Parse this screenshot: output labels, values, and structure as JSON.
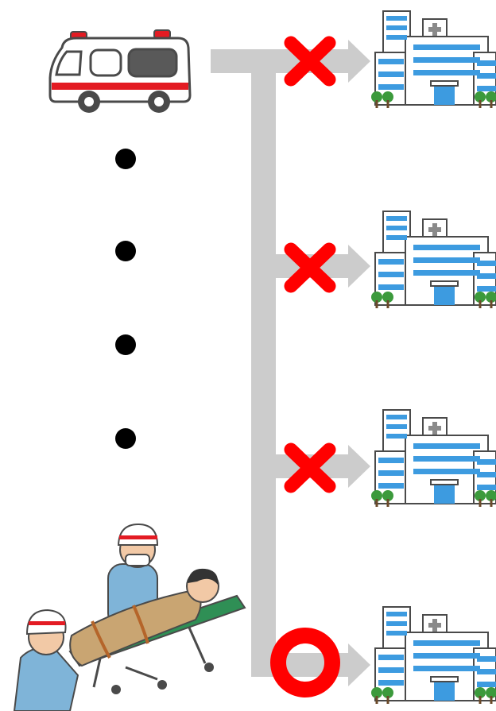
{
  "colors": {
    "connector": "#cccccc",
    "reject": "#ff0000",
    "accept": "#ff0000",
    "building": "#ffffff",
    "window": "#3d9be0",
    "outline": "#4a4a4a",
    "ambulance_stripe": "#e31b23",
    "tree": "#3c9a3c",
    "dot": "#000000",
    "uniform": "#7fb4d8",
    "blanket": "#c9a572"
  },
  "icons": {
    "ambulance": "ambulance-icon",
    "hospital": "hospital-icon",
    "reject": "cross-mark-icon",
    "accept": "circle-mark-icon",
    "stretcher": "stretcher-team-icon"
  },
  "hospitals": [
    {
      "status": "rejected"
    },
    {
      "status": "rejected"
    },
    {
      "status": "rejected"
    },
    {
      "status": "accepted"
    }
  ],
  "ellipsis_dots": 4
}
